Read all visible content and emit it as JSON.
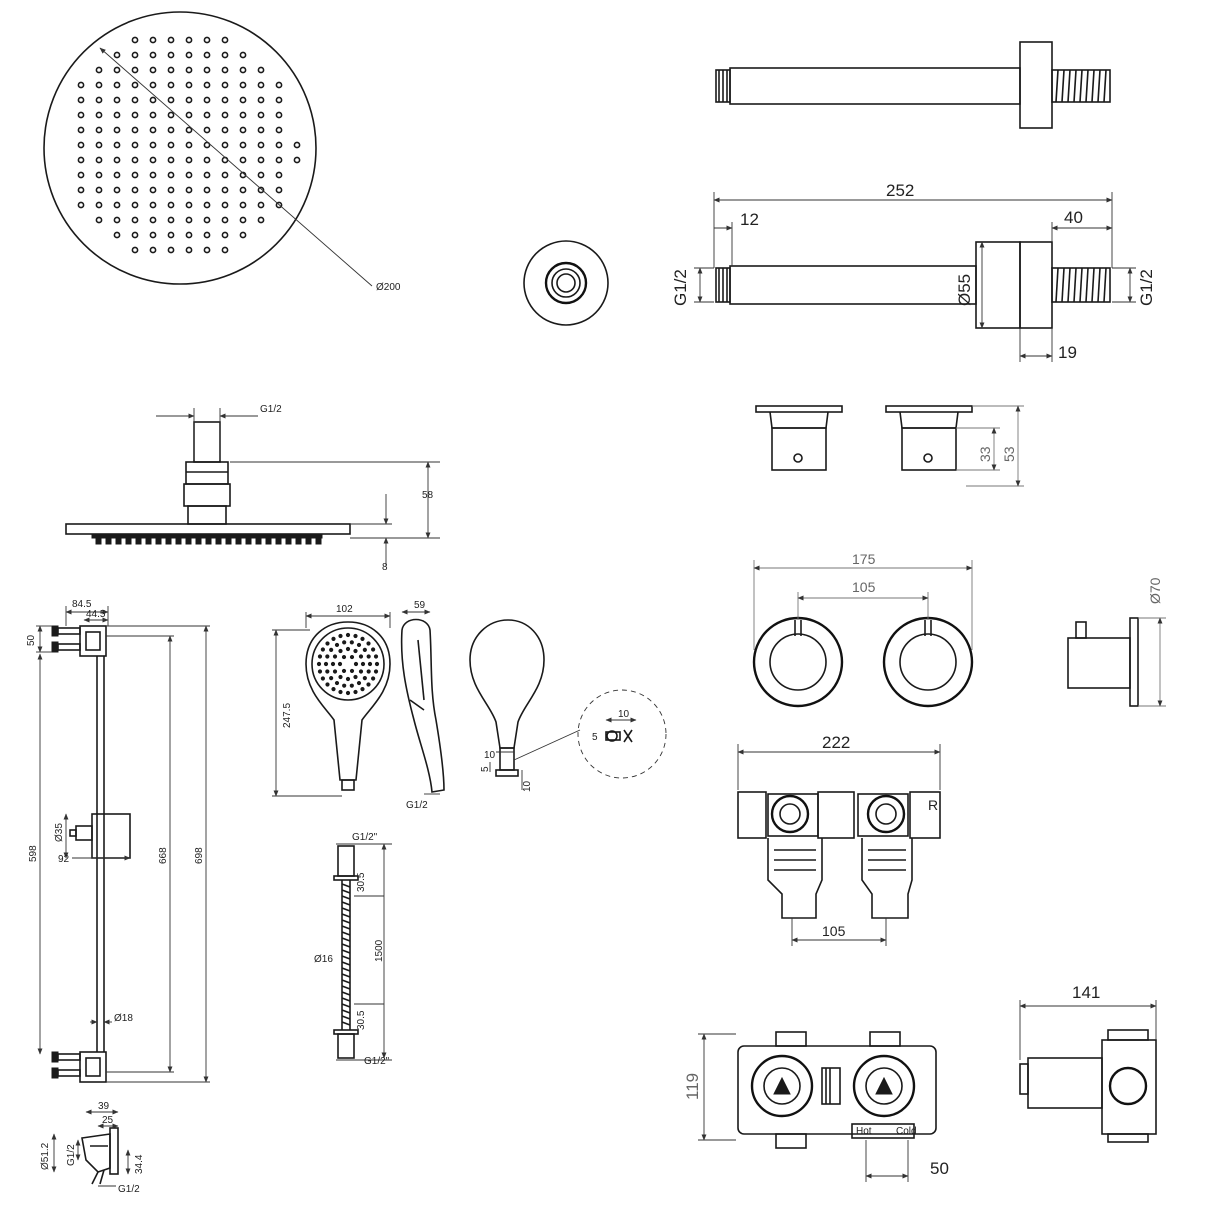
{
  "labels": {
    "head_dia": "Ø200",
    "arm_len": "252",
    "arm_a": "12",
    "arm_b": "40",
    "arm_thread_l": "G1/2",
    "arm_thread_r": "G1/2",
    "arm_dia": "Ø55",
    "arm_flange": "19",
    "side_thread": "G1/2",
    "side_h": "58",
    "side_t": "8",
    "knob_h1": "33",
    "knob_h2": "53",
    "plate_w": "175",
    "plate_c": "105",
    "plate_dia": "Ø70",
    "rail_w1": "84.5",
    "rail_w2": "44.5",
    "rail_top": "50",
    "rail_598": "598",
    "rail_668": "668",
    "rail_698": "698",
    "rail_d35": "Ø35",
    "rail_92": "92",
    "rail_d18": "Ø18",
    "hand_w": "102",
    "hand_side": "59",
    "hand_h": "247.5",
    "hand_thread": "G1/2",
    "det_10": "10",
    "det_5": "5",
    "bk_10a": "10",
    "bk_5": "5",
    "bk_10b": "10",
    "hose_top": "G1/2\"",
    "hose_30a": "30.5",
    "hose_1500": "1500",
    "hose_d16": "Ø16",
    "hose_30b": "30.5",
    "hose_bot": "G1/2\"",
    "out_39": "39",
    "out_25": "25",
    "out_d512": "Ø51.2",
    "out_g12a": "G1/2",
    "out_344": "34.4",
    "out_g12b": "G1/2",
    "valve_w": "222",
    "valve_c": "105",
    "valve_h": "119",
    "valve_50": "50",
    "valve_141": "141",
    "valve_hot": "Hot",
    "valve_cold": "Cold"
  }
}
